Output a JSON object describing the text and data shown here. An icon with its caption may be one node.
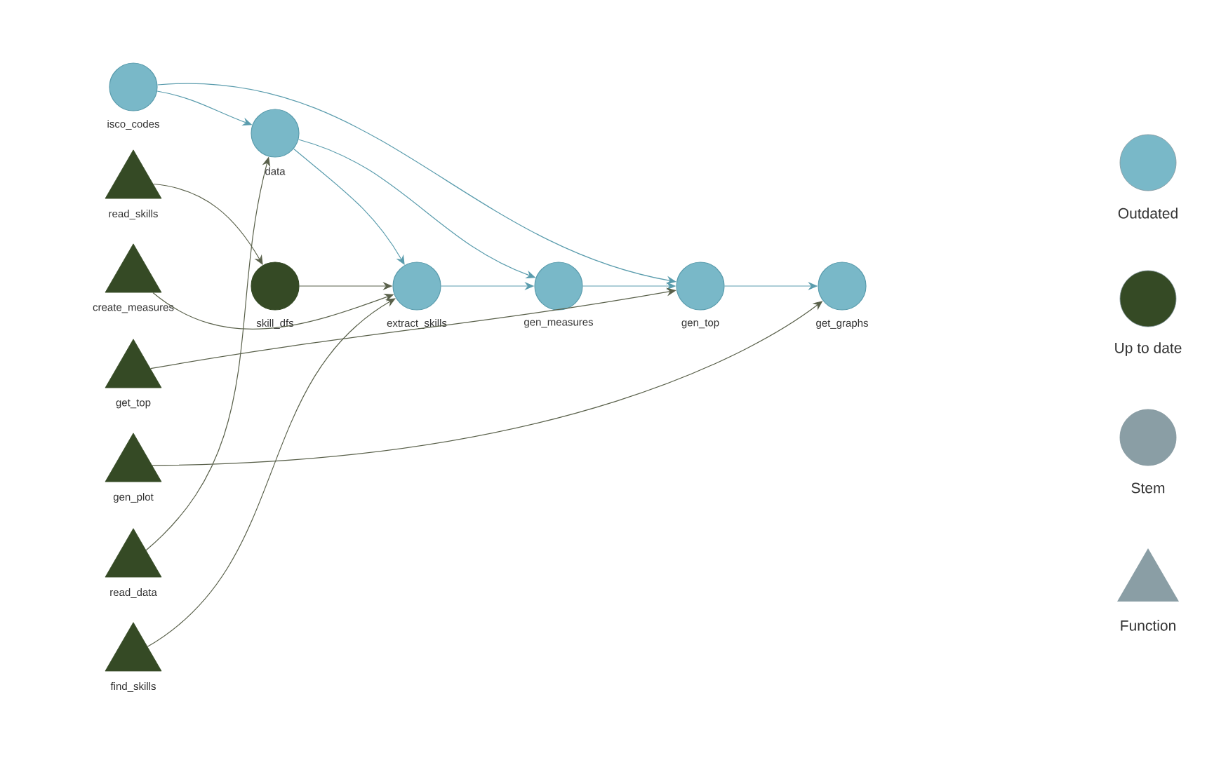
{
  "diagram": {
    "nodes": [
      {
        "text": [
          "isco_codes"
        ]
      },
      {
        "text": [
          "data"
        ]
      },
      {
        "text": [
          "read_skills"
        ]
      },
      {
        "text": [
          "create_measures"
        ]
      },
      {
        "text": [
          "skill_dfs"
        ]
      },
      {
        "text": [
          "extract_skills"
        ]
      },
      {
        "text": [
          "gen_measures"
        ]
      },
      {
        "text": [
          "gen_top"
        ]
      },
      {
        "text": [
          "get_graphs"
        ]
      },
      {
        "text": [
          "get_top"
        ]
      },
      {
        "text": [
          "gen_plot"
        ]
      },
      {
        "text": [
          "read_data"
        ]
      },
      {
        "text": [
          "find_skills"
        ]
      }
    ],
    "edges": [
      {
        "from": 0,
        "to": 1,
        "arrow": "to"
      },
      {
        "from": 0,
        "to": 7,
        "arrow": "to"
      },
      {
        "from": 1,
        "to": 5,
        "arrow": "to"
      },
      {
        "from": 1,
        "to": 6,
        "arrow": "to"
      },
      {
        "from": 2,
        "to": 4,
        "arrow": "to",
        "color": "#59604a"
      },
      {
        "from": 3,
        "to": 5,
        "arrow": "to",
        "color": "#59604a"
      },
      {
        "from": 4,
        "to": 5,
        "arrow": "to",
        "color": "#59604a"
      },
      {
        "from": 5,
        "to": 6,
        "arrow": "to"
      },
      {
        "from": 6,
        "to": 7,
        "arrow": "to"
      },
      {
        "from": 7,
        "to": 8,
        "arrow": "to"
      },
      {
        "from": 9,
        "to": 7,
        "arrow": "to",
        "color": "#59604a"
      },
      {
        "from": 10,
        "to": 8,
        "arrow": "to",
        "color": "#59604a"
      },
      {
        "from": 11,
        "to": 1,
        "arrow": "to",
        "color": "#59604a"
      },
      {
        "from": 12,
        "to": 5,
        "arrow": "to",
        "color": "#59604a"
      }
    ],
    "legend": [
      {
        "text": "Outdated",
        "color": "#79b8c8"
      },
      {
        "text": "Up to date",
        "color": "#354a25"
      },
      {
        "text": "Stem",
        "color": "#8a9ea5"
      },
      {
        "text": "Function"
      }
    ]
  }
}
